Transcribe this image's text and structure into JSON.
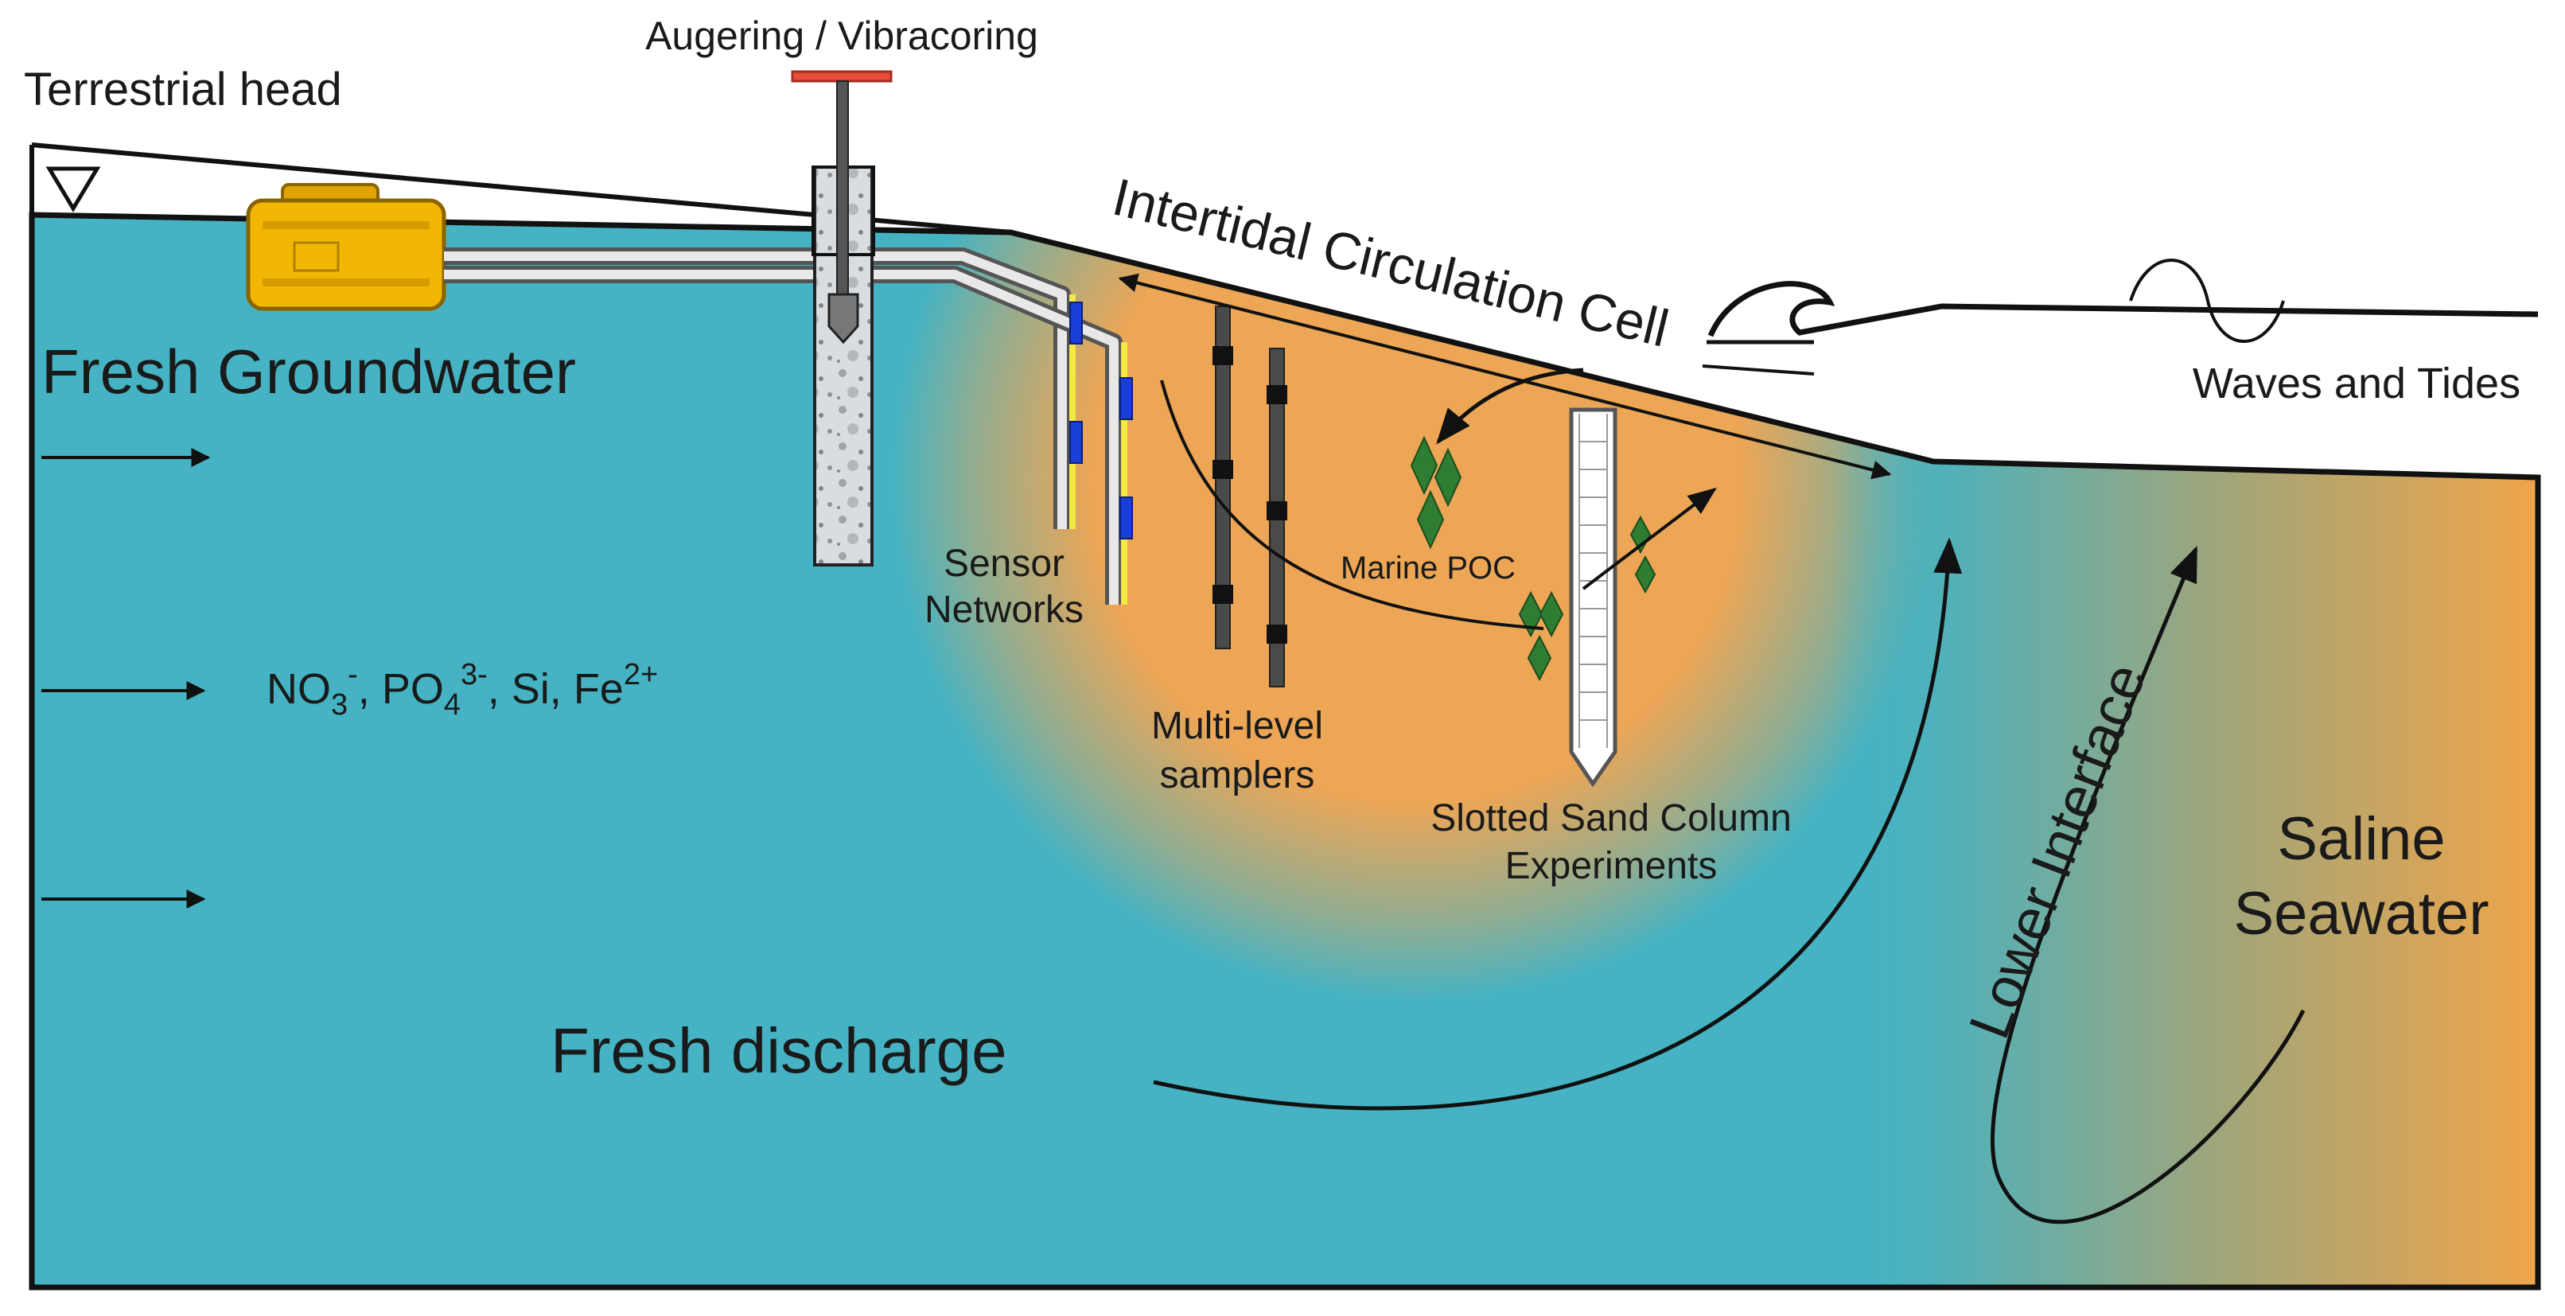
{
  "labels": {
    "terrestrial_head": "Terrestrial head",
    "augering": "Augering / Vibracoring",
    "intertidal_cell": "Intertidal Circulation Cell",
    "waves_tides": "Waves and Tides",
    "fresh_groundwater": "Fresh Groundwater",
    "sensor_networks_1": "Sensor",
    "sensor_networks_2": "Networks",
    "marine_poc": "Marine POC",
    "multilevel_1": "Multi-level",
    "multilevel_2": "samplers",
    "slotted_1": "Slotted Sand Column",
    "slotted_2": "Experiments",
    "lower_interface": "Lower Interface",
    "saline_1": "Saline",
    "saline_2": "Seawater",
    "fresh_discharge": "Fresh discharge"
  },
  "nutrients": {
    "no3_base": "NO",
    "no3_sub": "3",
    "no3_sup": "-",
    "sep1": ", ",
    "po4_base": "PO",
    "po4_sub": "4",
    "po4_sup": "3-",
    "sep2": ", Si, ",
    "fe_base": "Fe",
    "fe_sup": "2+"
  },
  "colors": {
    "groundwater": "#45b3c3",
    "intertidal_orange": "#eca656",
    "saline_orange": "#efa54a",
    "sampler": "#555555",
    "sensor_blue": "#1a3fd6",
    "sensor_yellow": "#f4e842",
    "poc_green": "#2e7d32",
    "auger_red": "#e74c3c",
    "case_yellow": "#f2b705"
  }
}
